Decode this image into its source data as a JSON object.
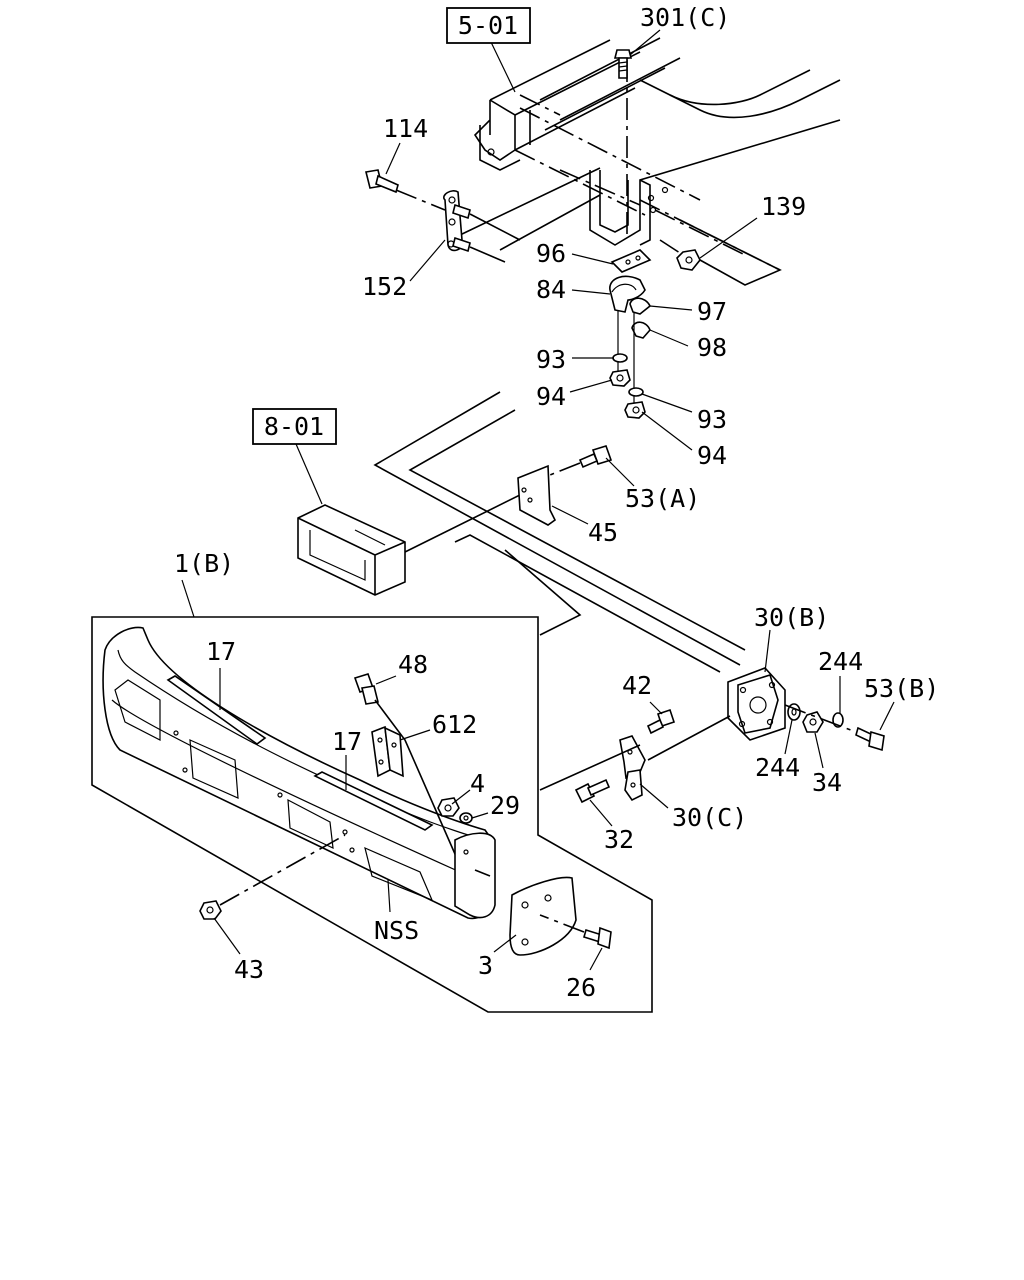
{
  "diagram": {
    "section_refs": [
      {
        "id": "ref-5-01",
        "text": "5-01"
      },
      {
        "id": "ref-8-01",
        "text": "8-01"
      }
    ],
    "callouts": [
      {
        "id": "301c",
        "text": "301(C)"
      },
      {
        "id": "114",
        "text": "114"
      },
      {
        "id": "139",
        "text": "139"
      },
      {
        "id": "152",
        "text": "152"
      },
      {
        "id": "96",
        "text": "96"
      },
      {
        "id": "84",
        "text": "84"
      },
      {
        "id": "97",
        "text": "97"
      },
      {
        "id": "98",
        "text": "98"
      },
      {
        "id": "93a",
        "text": "93"
      },
      {
        "id": "94a",
        "text": "94"
      },
      {
        "id": "93b",
        "text": "93"
      },
      {
        "id": "94b",
        "text": "94"
      },
      {
        "id": "53a",
        "text": "53(A)"
      },
      {
        "id": "45",
        "text": "45"
      },
      {
        "id": "1b",
        "text": "1(B)"
      },
      {
        "id": "17a",
        "text": "17"
      },
      {
        "id": "48",
        "text": "48"
      },
      {
        "id": "612",
        "text": "612"
      },
      {
        "id": "17b",
        "text": "17"
      },
      {
        "id": "4",
        "text": "4"
      },
      {
        "id": "29",
        "text": "29"
      },
      {
        "id": "30b",
        "text": "30(B)"
      },
      {
        "id": "244a",
        "text": "244"
      },
      {
        "id": "53b",
        "text": "53(B)"
      },
      {
        "id": "42",
        "text": "42"
      },
      {
        "id": "244b",
        "text": "244"
      },
      {
        "id": "34",
        "text": "34"
      },
      {
        "id": "30c",
        "text": "30(C)"
      },
      {
        "id": "32",
        "text": "32"
      },
      {
        "id": "nss",
        "text": "NSS"
      },
      {
        "id": "43",
        "text": "43"
      },
      {
        "id": "3",
        "text": "3"
      },
      {
        "id": "26",
        "text": "26"
      }
    ]
  }
}
